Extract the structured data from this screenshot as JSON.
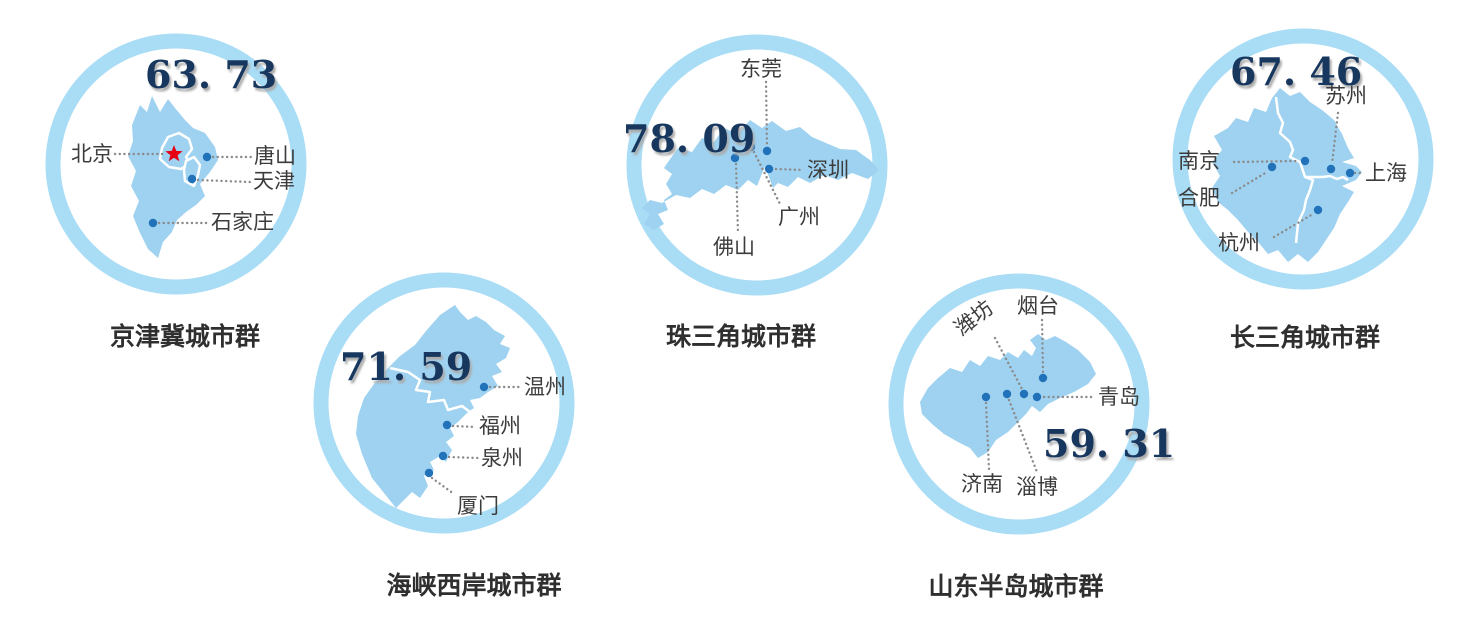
{
  "colors": {
    "ring": "#A9DCF5",
    "map_fill": "#9ED2F0",
    "map_boundary": "#FFFFFF",
    "city_dot": "#2272B9",
    "leader_line": "#8A8A8A",
    "score_text": "#17375E",
    "score_shadow": "#ABABAB",
    "label_text": "#3C3C3C",
    "title_text": "#2F2F2F",
    "capital_star": "#E60012"
  },
  "clusters": [
    {
      "name": "京津冀城市群",
      "score": "63. 73",
      "cities": [
        {
          "label": "北京",
          "marker": "star"
        },
        {
          "label": "唐山",
          "marker": "dot"
        },
        {
          "label": "天津",
          "marker": "dot"
        },
        {
          "label": "石家庄",
          "marker": "dot"
        }
      ]
    },
    {
      "name": "海峡西岸城市群",
      "score": "71. 59",
      "cities": [
        {
          "label": "温州",
          "marker": "dot"
        },
        {
          "label": "福州",
          "marker": "dot"
        },
        {
          "label": "泉州",
          "marker": "dot"
        },
        {
          "label": "厦门",
          "marker": "dot"
        }
      ]
    },
    {
      "name": "珠三角城市群",
      "score": "78. 09",
      "cities": [
        {
          "label": "东莞",
          "marker": "dot"
        },
        {
          "label": "深圳",
          "marker": "dot"
        },
        {
          "label": "广州",
          "marker": "dot"
        },
        {
          "label": "佛山",
          "marker": "dot"
        }
      ]
    },
    {
      "name": "山东半岛城市群",
      "score": "59. 31",
      "cities": [
        {
          "label": "潍坊",
          "marker": "dot"
        },
        {
          "label": "烟台",
          "marker": "dot"
        },
        {
          "label": "青岛",
          "marker": "dot"
        },
        {
          "label": "济南",
          "marker": "dot"
        },
        {
          "label": "淄博",
          "marker": "dot"
        }
      ]
    },
    {
      "name": "长三角城市群",
      "score": "67. 46",
      "cities": [
        {
          "label": "苏州",
          "marker": "dot"
        },
        {
          "label": "南京",
          "marker": "dot"
        },
        {
          "label": "合肥",
          "marker": "dot"
        },
        {
          "label": "上海",
          "marker": "dot"
        },
        {
          "label": "杭州",
          "marker": "dot"
        }
      ]
    }
  ]
}
